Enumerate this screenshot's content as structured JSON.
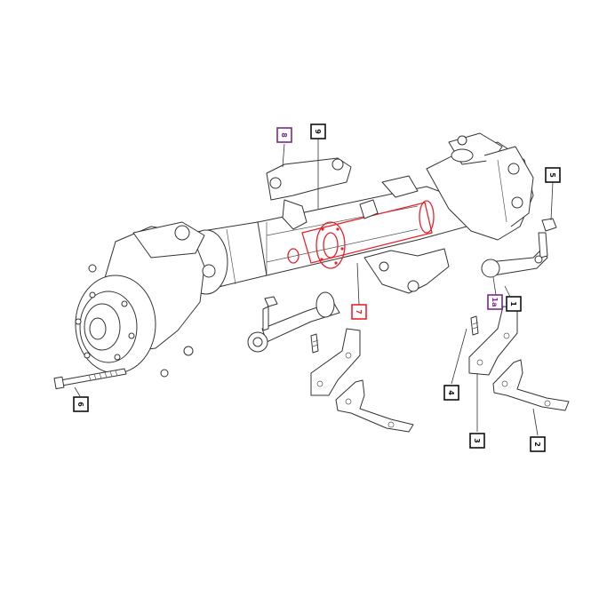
{
  "colors": {
    "line": "#333333",
    "highlight_red": "#e8232b",
    "highlight_purple": "#7b2a8c",
    "normal_box": "#111111"
  },
  "callouts": [
    {
      "id": "c1",
      "label": "1",
      "style": "normal"
    },
    {
      "id": "c2",
      "label": "2",
      "style": "normal"
    },
    {
      "id": "c3",
      "label": "3",
      "style": "normal"
    },
    {
      "id": "c4",
      "label": "4",
      "style": "normal"
    },
    {
      "id": "c5",
      "label": "5",
      "style": "normal"
    },
    {
      "id": "c6",
      "label": "6",
      "style": "normal"
    },
    {
      "id": "c7",
      "label": "7",
      "style": "red"
    },
    {
      "id": "c8",
      "label": "8",
      "style": "normal"
    },
    {
      "id": "c9",
      "label": "9",
      "style": "purple"
    },
    {
      "id": "c1a",
      "label": "1a",
      "style": "purple"
    }
  ]
}
